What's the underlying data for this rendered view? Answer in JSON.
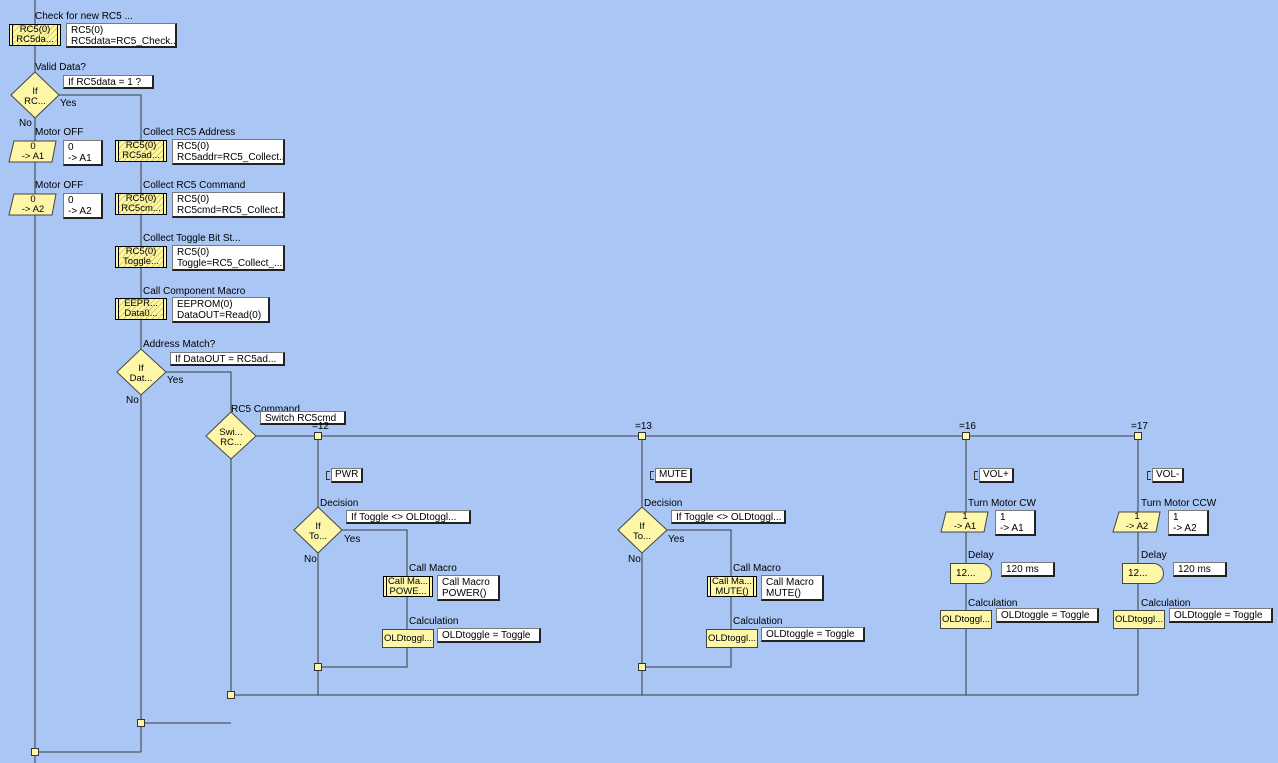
{
  "main": {
    "check_label": "Check for new RC5 ...",
    "check_icon": [
      "RC5(0)",
      "RC5da..."
    ],
    "check_note": [
      "RC5(0)",
      "RC5data=RC5_Check..."
    ],
    "valid_label": "Valid Data?",
    "valid_note": "If  RC5data = 1 ?",
    "valid_dec": [
      "If",
      "RC..."
    ],
    "yes": "Yes",
    "no": "No"
  },
  "no_branch": {
    "motor_off_1": "Motor OFF",
    "out1_icon": [
      "0",
      "-> A1"
    ],
    "out1_note": [
      "0",
      "-> A1"
    ],
    "motor_off_2": "Motor OFF",
    "out2_icon": [
      "0",
      "-> A2"
    ],
    "out2_note": [
      "0",
      "-> A2"
    ]
  },
  "yes_branch": {
    "addr_label": "Collect RC5 Address",
    "addr_icon": [
      "RC5(0)",
      "RC5ad..."
    ],
    "addr_note": [
      "RC5(0)",
      "RC5addr=RC5_Collect..."
    ],
    "cmd_label": "Collect RC5 Command",
    "cmd_icon": [
      "RC5(0)",
      "RC5cm..."
    ],
    "cmd_note": [
      "RC5(0)",
      "RC5cmd=RC5_Collect..."
    ],
    "tog_label": "Collect Toggle Bit St...",
    "tog_icon": [
      "RC5(0)",
      "Toggle..."
    ],
    "tog_note": [
      "RC5(0)",
      "Toggle=RC5_Collect_..."
    ],
    "call_label": "Call Component Macro",
    "call_icon": [
      "EEPR...",
      "Data0..."
    ],
    "call_note": [
      "EEPROM(0)",
      "DataOUT=Read(0)"
    ],
    "match_label": "Address Match?",
    "match_note": "If  DataOUT = RC5ad...",
    "match_dec": [
      "If",
      "Dat..."
    ]
  },
  "switch": {
    "label": "RC5 Command",
    "note": "Switch RC5cmd",
    "dec": [
      "Swi...",
      "RC..."
    ],
    "cases": [
      "=12",
      "=13",
      "=16",
      "=17"
    ]
  },
  "case12": {
    "tag": "PWR",
    "decision_label": "Decision",
    "decision_note": "If  Toggle <> OLDtoggl...",
    "dec": [
      "If",
      "To..."
    ],
    "macro_label": "Call Macro",
    "macro_icon": [
      "Call Ma...",
      "POWE..."
    ],
    "macro_note": [
      "Call Macro",
      "POWER()"
    ],
    "calc_label": "Calculation",
    "calc_icon": "OLDtoggl...",
    "calc_note": "OLDtoggle = Toggle"
  },
  "case13": {
    "tag": "MUTE",
    "decision_label": "Decision",
    "decision_note": "If  Toggle <> OLDtoggl...",
    "dec": [
      "If",
      "To..."
    ],
    "macro_label": "Call Macro",
    "macro_icon": [
      "Call Ma...",
      "MUTE()"
    ],
    "macro_note": [
      "Call Macro",
      "MUTE()"
    ],
    "calc_label": "Calculation",
    "calc_icon": "OLDtoggl...",
    "calc_note": "OLDtoggle = Toggle"
  },
  "case16": {
    "tag": "VOL+",
    "turn_label": "Turn Motor CW",
    "out_icon": [
      "1",
      "-> A1"
    ],
    "out_note": [
      "1",
      "-> A1"
    ],
    "delay_label": "Delay",
    "delay_icon": "12...",
    "delay_note": "120 ms",
    "calc_label": "Calculation",
    "calc_icon": "OLDtoggl...",
    "calc_note": "OLDtoggle = Toggle"
  },
  "case17": {
    "tag": "VOL-",
    "turn_label": "Turn Motor CCW",
    "out_icon": [
      "1",
      "-> A2"
    ],
    "out_note": [
      "1",
      "-> A2"
    ],
    "delay_label": "Delay",
    "delay_icon": "12...",
    "delay_note": "120 ms",
    "calc_label": "Calculation",
    "calc_icon": "OLDtoggl...",
    "calc_note": "OLDtoggle = Toggle"
  },
  "colors": {
    "background": "#a9c6f5",
    "icon_fill": "#fff7a8",
    "wire": "#333333"
  }
}
